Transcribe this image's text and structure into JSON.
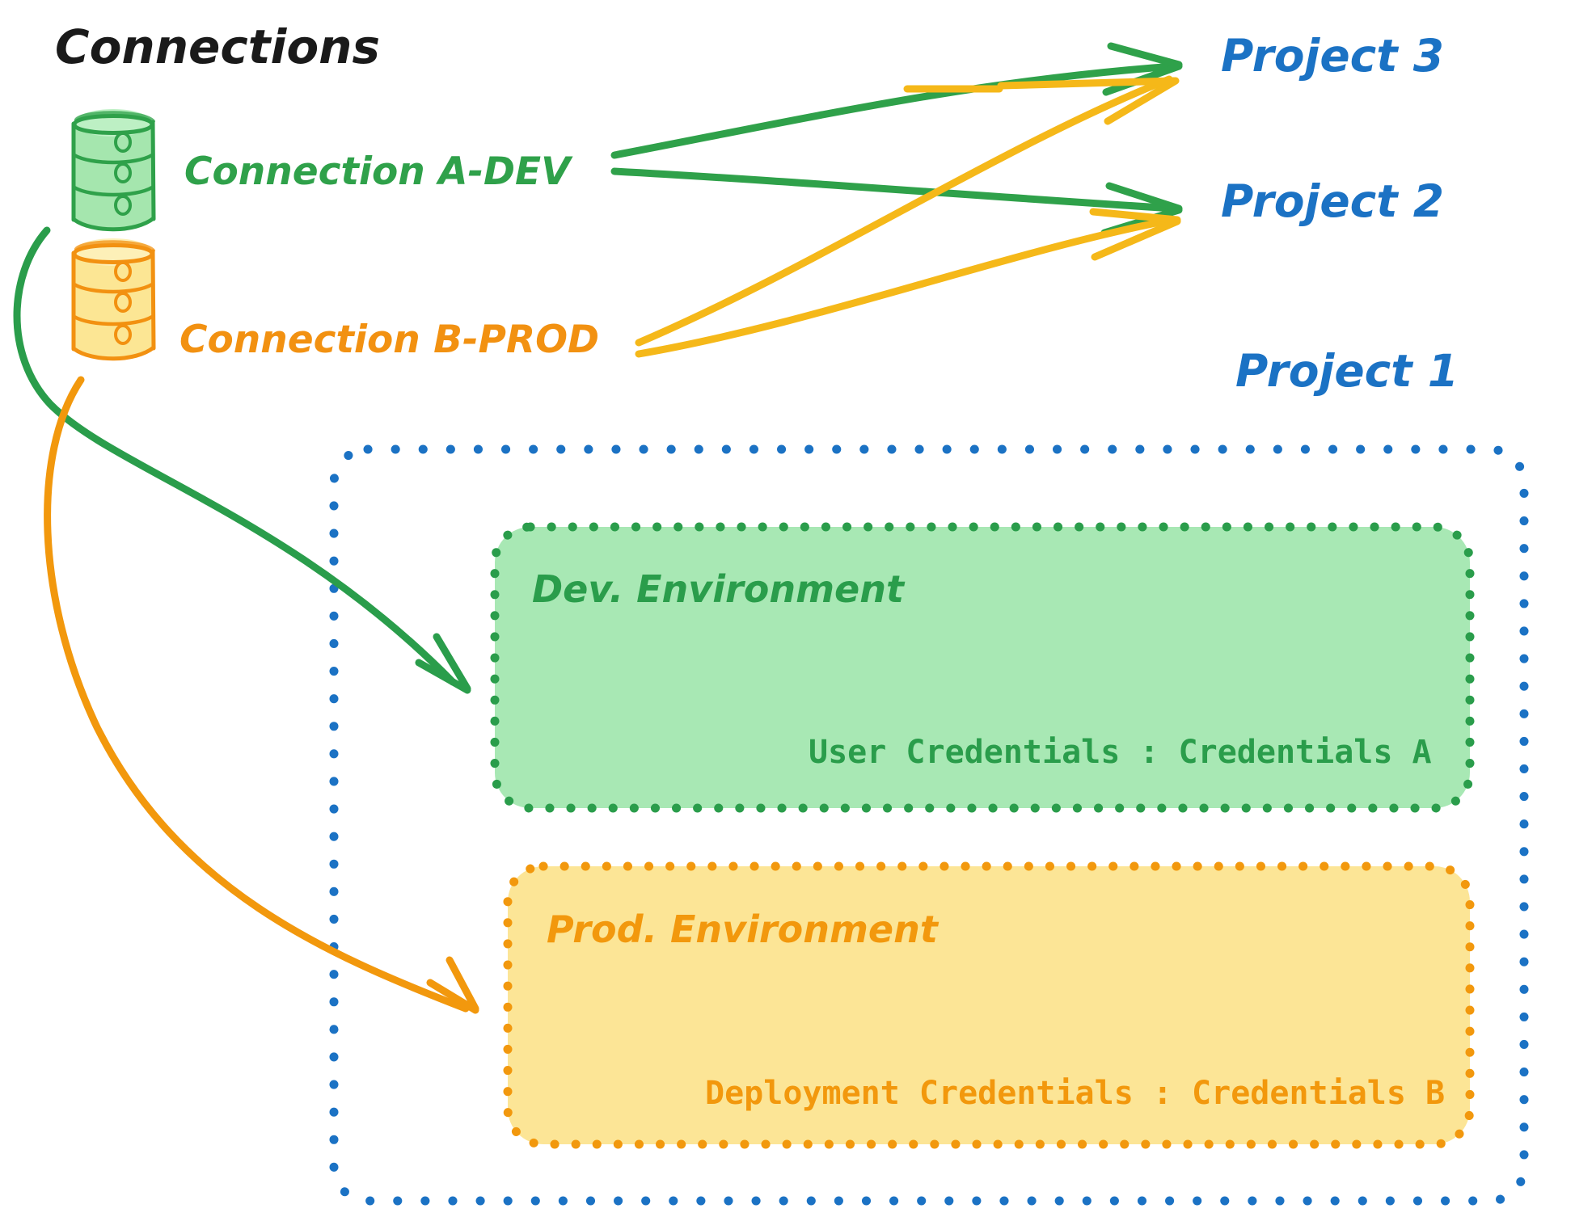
{
  "diagram": {
    "title": "Connections",
    "title_color": "#1a1a1a",
    "background": "#ffffff"
  },
  "connections": [
    {
      "id": "connection-a-dev",
      "label": "Connection A-DEV",
      "color": "#2fa14a",
      "fill": "#a5e6ae",
      "icon": "database-cylinder-icon"
    },
    {
      "id": "connection-b-prod",
      "label": "Connection B-PROD",
      "color": "#f29111",
      "fill": "#fce694",
      "icon": "database-cylinder-icon"
    }
  ],
  "projects": [
    {
      "id": "project-3",
      "label": "Project 3",
      "color": "#1b72c4"
    },
    {
      "id": "project-2",
      "label": "Project 2",
      "color": "#1b72c4"
    },
    {
      "id": "project-1",
      "label": "Project 1",
      "color": "#1b72c4"
    }
  ],
  "project_one_container": {
    "border_color": "#1b72c4",
    "border_style": "dotted"
  },
  "environments": [
    {
      "id": "dev-environment",
      "title": "Dev. Environment",
      "detail_key": "User Credentials",
      "detail_separator": ":",
      "detail_value": "Credentials A",
      "detail_text": "User Credentials : Credentials A",
      "stroke": "#2a9d4b",
      "fill": "#a8e8b4",
      "text_color": "#2a9d4b"
    },
    {
      "id": "prod-environment",
      "title": "Prod. Environment",
      "detail_key": "Deployment Credentials",
      "detail_separator": ":",
      "detail_value": "Credentials B",
      "detail_text": "Deployment Credentials : Credentials B",
      "stroke": "#f2980d",
      "fill": "#fce596",
      "text_color": "#f2980d"
    }
  ],
  "arrows": [
    {
      "id": "arrow-a-dev-to-project-3",
      "from": "connection-a-dev",
      "to": "project-3",
      "color": "#2fa14a",
      "style": "straight"
    },
    {
      "id": "arrow-a-dev-to-project-2",
      "from": "connection-a-dev",
      "to": "project-2",
      "color": "#2fa14a",
      "style": "straight"
    },
    {
      "id": "arrow-b-prod-to-project-3",
      "from": "connection-b-prod",
      "to": "project-3",
      "color": "#f5b819",
      "style": "straight"
    },
    {
      "id": "arrow-b-prod-to-project-2",
      "from": "connection-b-prod",
      "to": "project-2",
      "color": "#f5b819",
      "style": "straight"
    },
    {
      "id": "arrow-a-dev-to-dev-environment",
      "from": "connection-a-dev",
      "to": "dev-environment",
      "color": "#2a9d4b",
      "style": "curved"
    },
    {
      "id": "arrow-b-prod-to-prod-environment",
      "from": "connection-b-prod",
      "to": "prod-environment",
      "color": "#f2980d",
      "style": "curved"
    }
  ]
}
